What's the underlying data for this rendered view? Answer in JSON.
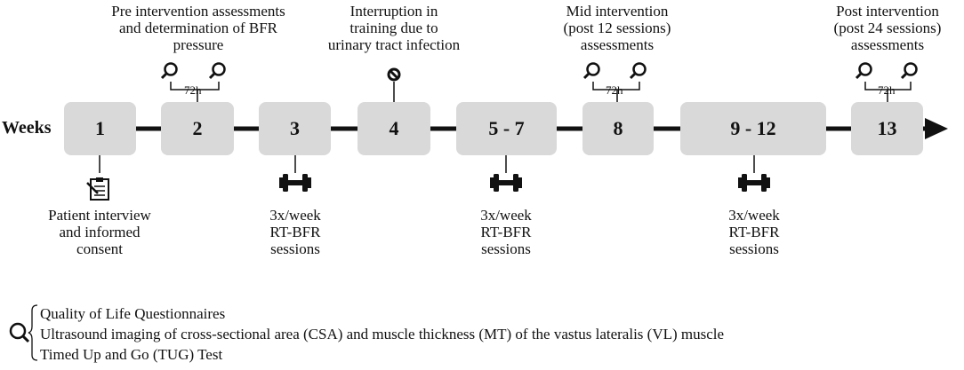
{
  "timeline": {
    "axis_label": "Weeks",
    "boxes": [
      "1",
      "2",
      "3",
      "4",
      "5 - 7",
      "8",
      "9 - 12",
      "13"
    ]
  },
  "top_notes": {
    "pre": [
      "Pre intervention assessments",
      "and determination of BFR",
      "pressure"
    ],
    "interruption": [
      "Interruption in",
      "training due to",
      "urinary tract infection"
    ],
    "mid": [
      "Mid intervention",
      "(post 12 sessions)",
      "assessments"
    ],
    "post": [
      "Post intervention",
      "(post 24 sessions)",
      "assessments"
    ]
  },
  "interval_labels": {
    "pre": "72h",
    "mid": "72h",
    "post": "72h"
  },
  "bottom_notes": {
    "week1": [
      "Patient interview",
      "and informed",
      "consent"
    ],
    "week3": [
      "3x/week",
      "RT-BFR",
      "sessions"
    ],
    "week5_7": [
      "3x/week",
      "RT-BFR",
      "sessions"
    ],
    "week9_12": [
      "3x/week",
      "RT-BFR",
      "sessions"
    ]
  },
  "legend": {
    "icon": "magnifier-icon",
    "items": [
      "Quality of Life Questionnaires",
      "Ultrasound imaging of cross-sectional area (CSA) and muscle thickness (MT) of the vastus lateralis (VL) muscle",
      "Timed Up and Go (TUG) Test"
    ]
  },
  "icons": [
    "magnifier-icon",
    "no-sign-icon",
    "clipboard-icon",
    "dumbbell-icon",
    "arrow-head-icon"
  ]
}
